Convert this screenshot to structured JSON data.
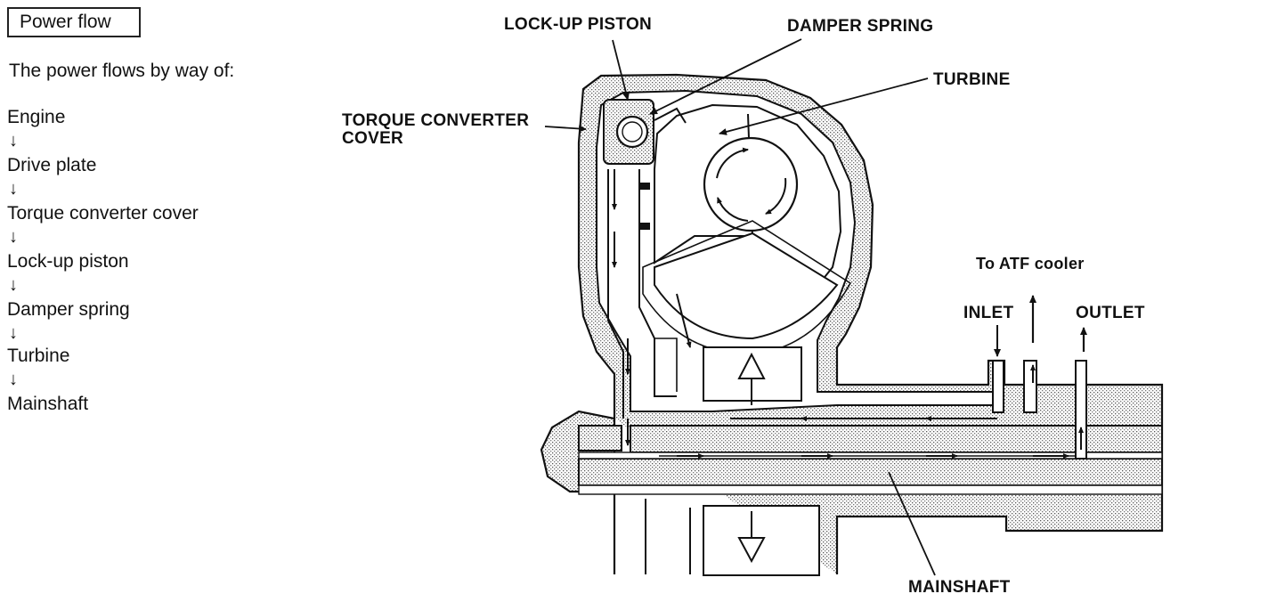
{
  "header": {
    "title": "Power flow"
  },
  "intro": "The power flows by way of:",
  "flow": {
    "steps": [
      "Engine",
      "Drive plate",
      "Torque converter cover",
      "Lock-up piston",
      "Damper spring",
      "Turbine",
      "Mainshaft"
    ],
    "arrow_glyph": "↓"
  },
  "labels": {
    "lockup_piston": "LOCK-UP PISTON",
    "damper_spring": "DAMPER SPRING",
    "turbine": "TURBINE",
    "tc_cover_line1": "TORQUE CONVERTER",
    "tc_cover_line2": "COVER",
    "to_atf_cooler": "To ATF cooler",
    "inlet": "INLET",
    "outlet": "OUTLET",
    "mainshaft": "MAINSHAFT"
  },
  "colors": {
    "ink": "#111111",
    "stipple": "#9a9a9a"
  }
}
